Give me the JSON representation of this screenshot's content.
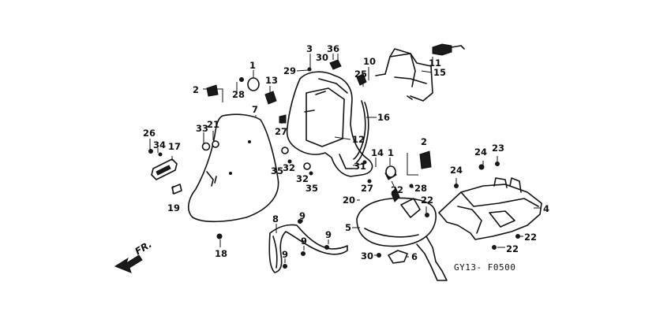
{
  "diagram_code": "GY13- F0500",
  "front_indicator": "FR.",
  "callouts": [
    {
      "id": "c1",
      "text": "1"
    },
    {
      "id": "c2",
      "text": "2"
    },
    {
      "id": "c3",
      "text": "3"
    },
    {
      "id": "c36",
      "text": "36"
    },
    {
      "id": "c29",
      "text": "29"
    },
    {
      "id": "c30a",
      "text": "30"
    },
    {
      "id": "c10",
      "text": "10"
    },
    {
      "id": "c11",
      "text": "11"
    },
    {
      "id": "c15",
      "text": "15"
    },
    {
      "id": "c25",
      "text": "25"
    },
    {
      "id": "c28a",
      "text": "28"
    },
    {
      "id": "c13",
      "text": "13"
    },
    {
      "id": "c7",
      "text": "7"
    },
    {
      "id": "c27a",
      "text": "27"
    },
    {
      "id": "c16",
      "text": "16"
    },
    {
      "id": "c26",
      "text": "26"
    },
    {
      "id": "c33",
      "text": "33"
    },
    {
      "id": "c21",
      "text": "21"
    },
    {
      "id": "c34",
      "text": "34"
    },
    {
      "id": "c17",
      "text": "17"
    },
    {
      "id": "c12",
      "text": "12"
    },
    {
      "id": "c14",
      "text": "14"
    },
    {
      "id": "c1b",
      "text": "1"
    },
    {
      "id": "c2b",
      "text": "2"
    },
    {
      "id": "c31",
      "text": "31"
    },
    {
      "id": "c35a",
      "text": "35"
    },
    {
      "id": "c32a",
      "text": "32"
    },
    {
      "id": "c32b",
      "text": "32"
    },
    {
      "id": "c35b",
      "text": "35"
    },
    {
      "id": "c27b",
      "text": "27"
    },
    {
      "id": "c22a",
      "text": "22"
    },
    {
      "id": "c28b",
      "text": "28"
    },
    {
      "id": "c24a",
      "text": "24"
    },
    {
      "id": "c23",
      "text": "23"
    },
    {
      "id": "c24b",
      "text": "24"
    },
    {
      "id": "c19",
      "text": "19"
    },
    {
      "id": "c20",
      "text": "20"
    },
    {
      "id": "c22b",
      "text": "22"
    },
    {
      "id": "c4",
      "text": "4"
    },
    {
      "id": "c8",
      "text": "8"
    },
    {
      "id": "c9a",
      "text": "9"
    },
    {
      "id": "c9b",
      "text": "9"
    },
    {
      "id": "c9c",
      "text": "9"
    },
    {
      "id": "c9d",
      "text": "9"
    },
    {
      "id": "c5",
      "text": "5"
    },
    {
      "id": "c22c",
      "text": "22"
    },
    {
      "id": "c22d",
      "text": "22"
    },
    {
      "id": "c18",
      "text": "18"
    },
    {
      "id": "c30b",
      "text": "30"
    },
    {
      "id": "c6",
      "text": "6"
    }
  ]
}
